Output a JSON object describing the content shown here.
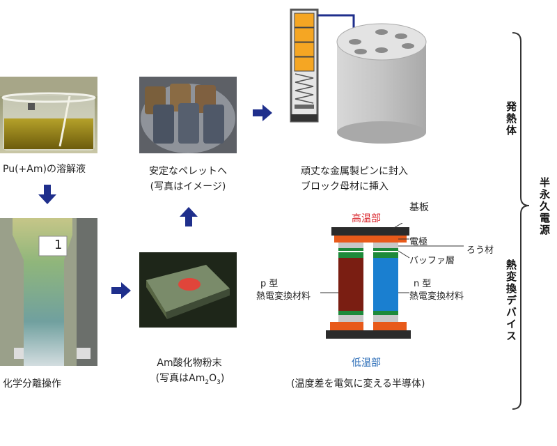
{
  "captions": {
    "pu_solution": "Pu(+Am)の溶解液",
    "chem_separation": "化学分離操作",
    "pellet_line1": "安定なペレットへ",
    "pellet_line2": "(写真はイメージ)",
    "oxide_line1": "Am酸化物粉末",
    "oxide_line2_pre": "(写真はAm",
    "oxide_sub1": "2",
    "oxide_mid": "O",
    "oxide_sub2": "3",
    "oxide_post": ")",
    "pin_line1": "頑丈な金属製ピンに封入",
    "pin_line2": "ブロック母材に挿入",
    "semiconductor": "(温度差を電気に変える半導体)"
  },
  "tube_label": "1",
  "thermo": {
    "high_temp": "高温部",
    "low_temp": "低温部",
    "substrate": "基板",
    "electrode": "電極",
    "solder": "ろう材",
    "buffer": "バッファ層",
    "p_type_1": "p 型",
    "p_type_2": "熱電変換材料",
    "n_type_1": "n 型",
    "n_type_2": "熱電変換材料"
  },
  "side": {
    "heat_source": "発熱体",
    "thermo_device": "熱変換デバイス",
    "semi_permanent": "半永久電源"
  },
  "colors": {
    "arrow": "#1f2f8c",
    "high_temp": "#d9262c",
    "low_temp": "#2a6cb7",
    "electrode": "#e85a1a",
    "buffer": "#1d8a3a",
    "p_type": "#7a1e12",
    "n_type": "#1a7fd0",
    "substrate": "#2b2b2b",
    "pellet_orange": "#f5a623"
  }
}
